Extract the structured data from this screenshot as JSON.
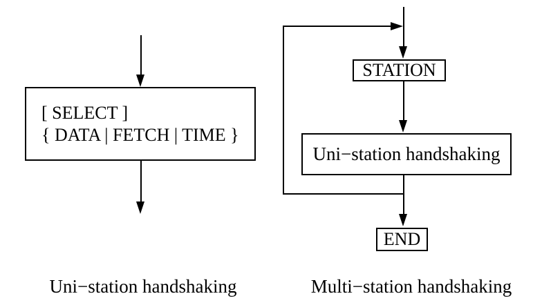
{
  "page": {
    "background_color": "#ffffff",
    "line_color": "#000000"
  },
  "uni_station_chart": {
    "select_box": {
      "line1": "[ SELECT ]",
      "line2": "{ DATA | FETCH | TIME }"
    },
    "caption": "Uni−station handshaking"
  },
  "multi_station_chart": {
    "station_box_label": "STATION",
    "process_box_label": "Uni−station handshaking",
    "end_box_label": "END",
    "caption": "Multi−station handshaking"
  }
}
